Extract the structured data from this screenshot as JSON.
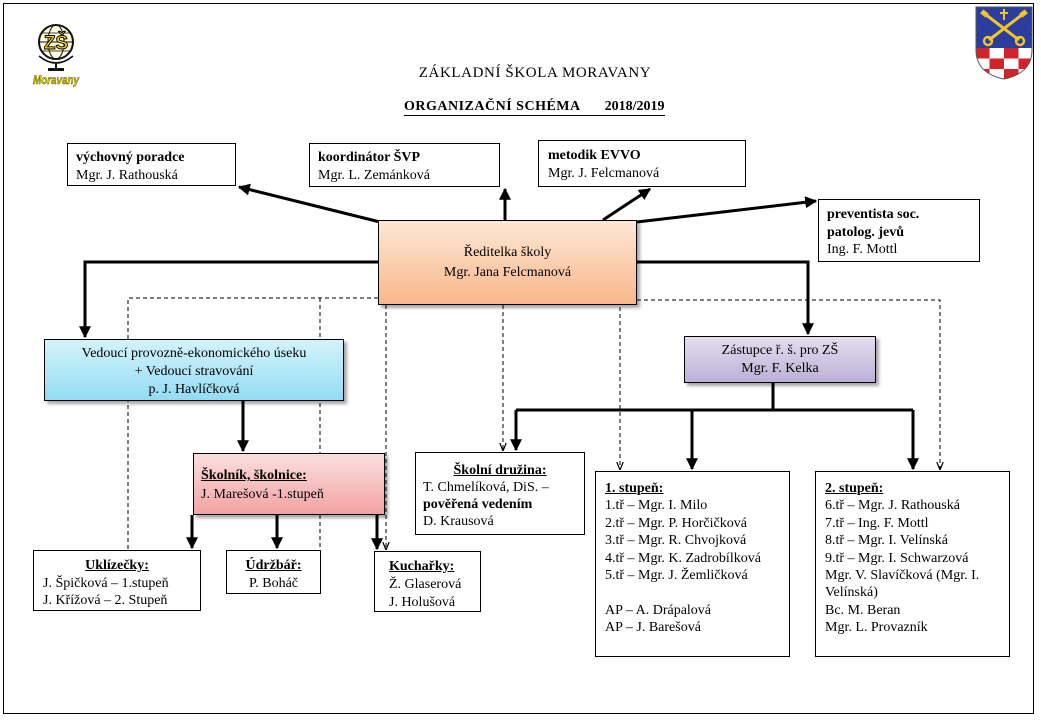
{
  "logo": {
    "letters": "ZŠ",
    "name": "Moravany"
  },
  "header": {
    "school": "ZÁKLADNÍ ŠKOLA MORAVANY",
    "title": "ORGANIZAČNÍ SCHÉMA",
    "year": "2018/2019"
  },
  "boxes": {
    "counselor": {
      "role": "výchovný poradce",
      "name": "Mgr. J. Rathouská"
    },
    "svp": {
      "role": "koordinátor ŠVP",
      "name": "Mgr. L. Zemánková"
    },
    "evvo": {
      "role": "metodik EVVO",
      "name": "Mgr. J. Felcmanová"
    },
    "prevention": {
      "role_lines": [
        "preventista soc.",
        "patolog. jevů"
      ],
      "name": "Ing. F. Mottl"
    },
    "director": {
      "role": "Ředitelka školy",
      "name": "Mgr. Jana Felcmanová"
    },
    "economic": {
      "line_1": "Vedoucí provozně-ekonomického úseku",
      "line_2": "+ Vedoucí stravování",
      "name": "p. J. Havlíčková"
    },
    "deputy": {
      "role": "Zástupce ř. š. pro ZŠ",
      "name": "Mgr. F. Kelka"
    },
    "janitor": {
      "title": "Školník, školnice:",
      "name": "J. Marešová -1.stupeň"
    },
    "club": {
      "title": "Školní družina:",
      "name_1": "T. Chmelíková, DiS. –",
      "note": "pověřená vedením",
      "name_2": "D. Krausová"
    },
    "primary": {
      "title": "1. stupeň:",
      "classes": [
        "1.tř – Mgr. I. Milo",
        "2.tř – Mgr. P. Horčičková",
        "3.tř – Mgr. R. Chvojková",
        "4.tř – Mgr. K. Zadrobílková",
        "5.tř – Mgr. J. Žemličková"
      ],
      "assistants": [
        "AP – A. Drápalová",
        "AP – J. Barešová"
      ]
    },
    "secondary": {
      "title": "2. stupeň:",
      "lines": [
        "6.tř – Mgr. J. Rathouská",
        "7.tř – Ing. F. Mottl",
        "8.tř – Mgr. I. Velínská",
        "9.tř – Mgr. I. Schwarzová",
        "Mgr. V. Slavíčková (Mgr. I.",
        "Velínská)",
        "Bc. M. Beran",
        "Mgr. L. Provazník"
      ]
    },
    "cleaners": {
      "title": "Uklízečky:",
      "lines": [
        "J. Špičková – 1.stupeň",
        "J. Křížová – 2. Stupeň"
      ]
    },
    "maintenance": {
      "title": "Údržbář:",
      "lines": [
        "P. Boháč"
      ]
    },
    "cooks": {
      "title": "Kuchařky:",
      "lines": [
        "Ž. Glaserová",
        "J. Holušová"
      ]
    }
  },
  "colors": {
    "director_top": "#fde7d6",
    "director_bottom": "#f9b78a",
    "economic_top": "#d4f3fc",
    "economic_bottom": "#93dcf2",
    "deputy_top": "#e4deef",
    "deputy_bottom": "#bcb0d8",
    "janitor_top": "#fbdede",
    "janitor_bottom": "#f2a3a3"
  }
}
